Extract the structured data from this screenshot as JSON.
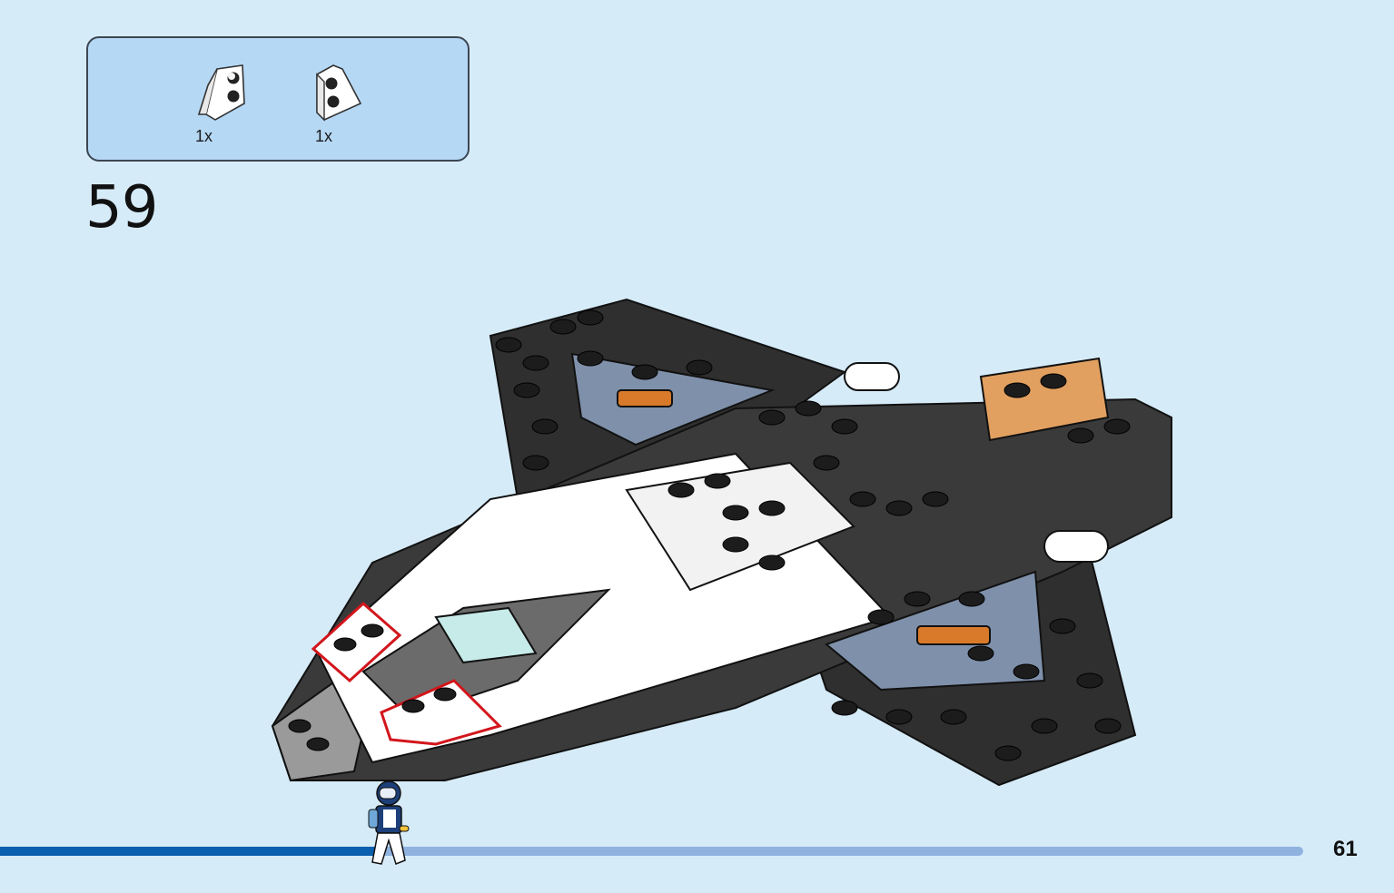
{
  "parts_list": {
    "items": [
      {
        "qty": "1x",
        "icon": "wedge-plate-left-icon",
        "color": "#ffffff"
      },
      {
        "qty": "1x",
        "icon": "wedge-plate-right-icon",
        "color": "#ffffff"
      }
    ]
  },
  "step": {
    "number": "59"
  },
  "page": {
    "number": "61"
  },
  "progress": {
    "fraction": 0.295
  },
  "colors": {
    "background": "#d6ebf8",
    "parts_box": "#b5d8f5",
    "progress_fill": "#0a5fae",
    "progress_track": "#8fb2df",
    "highlight": "#d2161c"
  }
}
